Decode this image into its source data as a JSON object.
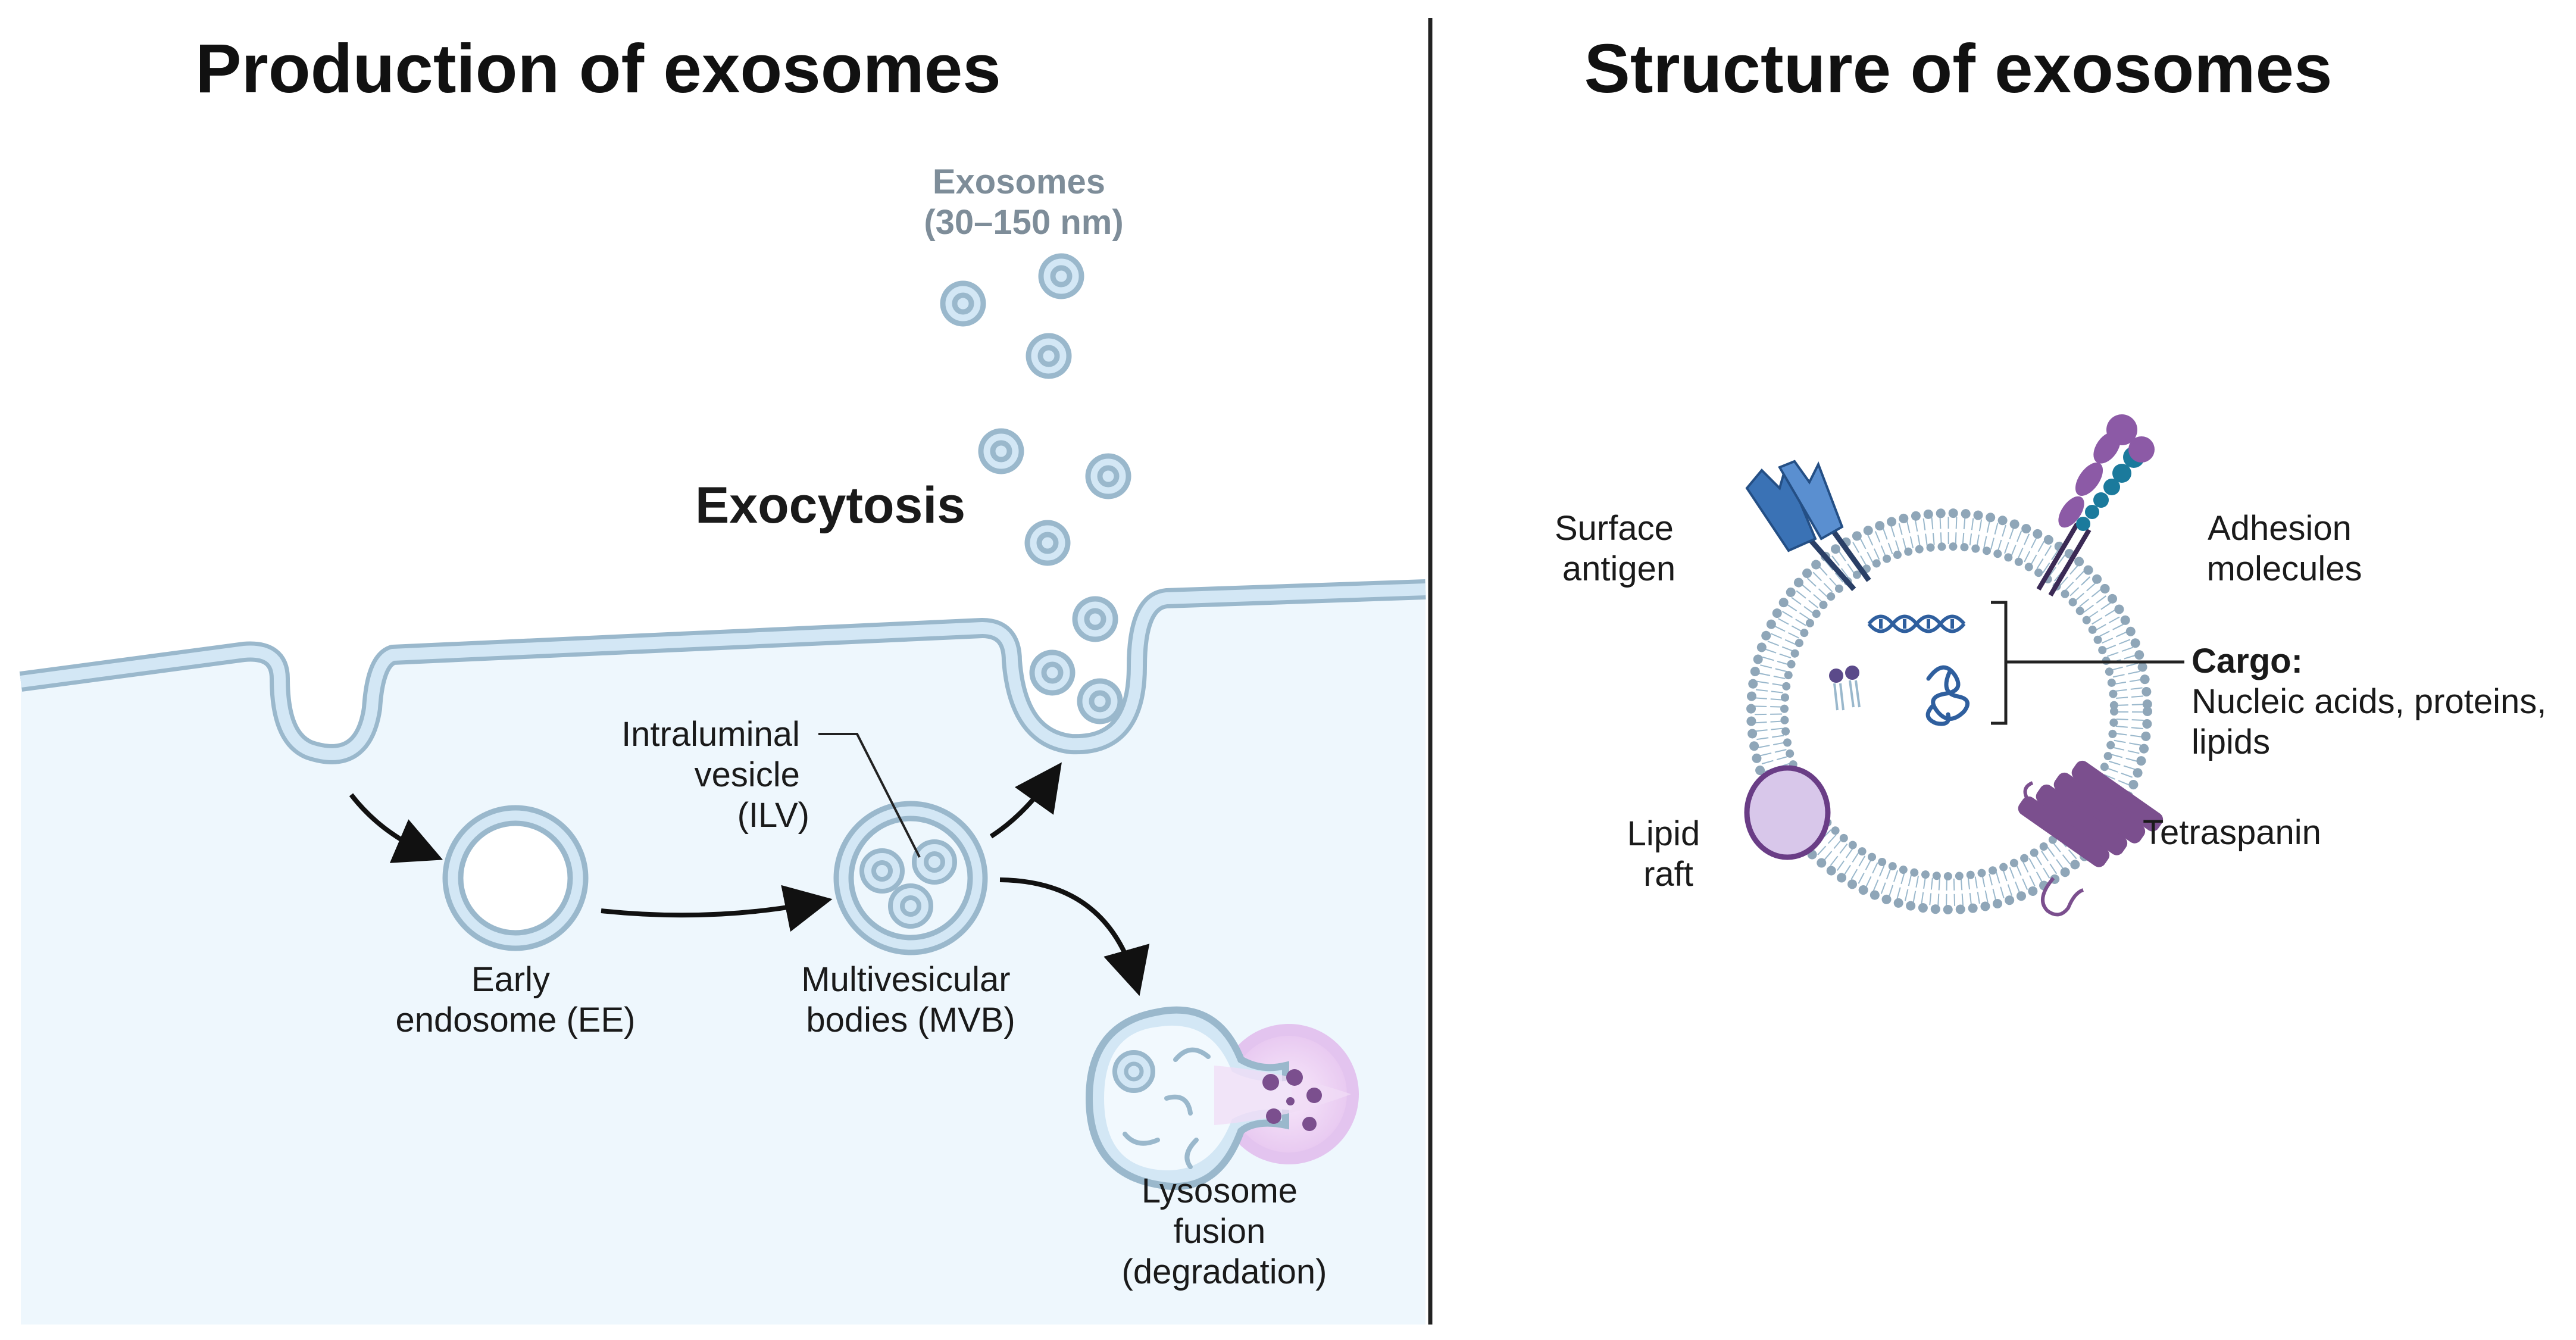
{
  "left_panel": {
    "title": "Production of exosomes",
    "exocytosis": "Exocytosis",
    "exosomes_label": {
      "line1": "Exosomes",
      "line2": "(30–150 nm)"
    },
    "ilv_label": {
      "line1": "Intraluminal",
      "line2": "vesicle",
      "line3": "(ILV)"
    },
    "early_endosome_label": {
      "line1": "Early",
      "line2": "endosome (EE)"
    },
    "mvb_label": {
      "line1": "Multivesicular",
      "line2": "bodies (MVB)"
    },
    "lysosome_label": {
      "line1": "Lysosome",
      "line2": "fusion",
      "line3": "(degradation)"
    }
  },
  "right_panel": {
    "title": "Structure of exosomes",
    "surface_antigen": {
      "line1": "Surface",
      "line2": "antigen"
    },
    "adhesion_molecules": {
      "line1": "Adhesion",
      "line2": "molecules"
    },
    "cargo": {
      "heading": "Cargo:",
      "line1": "Nucleic acids, proteins,",
      "line2": "lipids"
    },
    "lipid_raft": {
      "line1": "Lipid",
      "line2": "raft"
    },
    "tetraspanin": "Tetraspanin"
  },
  "colors": {
    "cytoplasm": "#eef7fd",
    "membrane_fill": "#d3e7f5",
    "membrane_stroke": "#9ab8cc",
    "lipid_head": "#8fa6b8",
    "purple": "#7b4f8e",
    "blue": "#3a72b5",
    "teal": "#1b7a9c"
  }
}
